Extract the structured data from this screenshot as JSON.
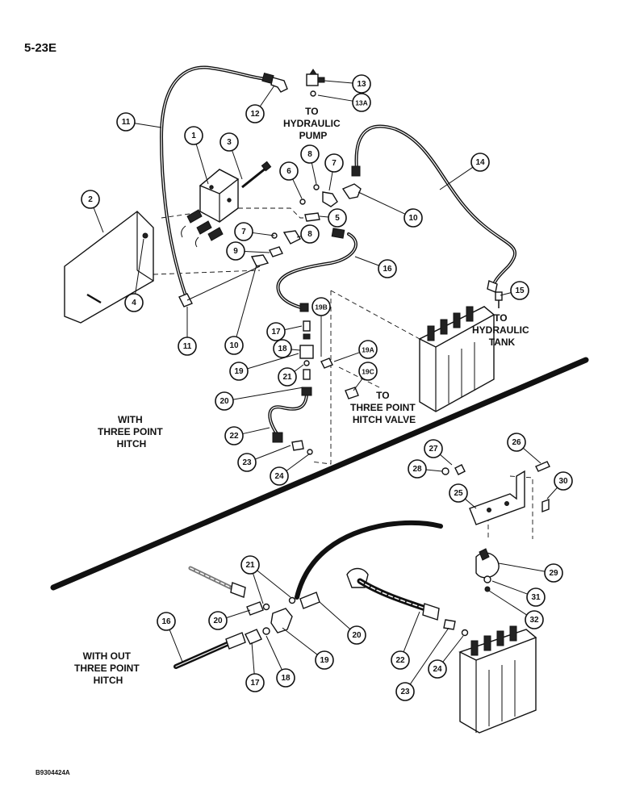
{
  "page_number": "5-23E",
  "drawing_code": "B9304424A",
  "notes": {
    "pump": [
      "TO",
      "HYDRAULIC",
      "PUMP"
    ],
    "tank": [
      "TO",
      "HYDRAULIC",
      "TANK"
    ],
    "hitch_valve": [
      "TO",
      "THREE POINT",
      "HITCH VALVE"
    ],
    "with_hitch": [
      "WITH",
      "THREE POINT",
      "HITCH"
    ],
    "without_hitch": [
      "WITH OUT",
      "THREE POINT",
      "HITCH"
    ]
  },
  "callouts": [
    {
      "id": "c1",
      "label": "1"
    },
    {
      "id": "c2",
      "label": "2"
    },
    {
      "id": "c3",
      "label": "3"
    },
    {
      "id": "c4",
      "label": "4"
    },
    {
      "id": "c5",
      "label": "5"
    },
    {
      "id": "c6",
      "label": "6"
    },
    {
      "id": "c7a",
      "label": "7"
    },
    {
      "id": "c7b",
      "label": "7"
    },
    {
      "id": "c8a",
      "label": "8"
    },
    {
      "id": "c8b",
      "label": "8"
    },
    {
      "id": "c9",
      "label": "9"
    },
    {
      "id": "c10a",
      "label": "10"
    },
    {
      "id": "c10b",
      "label": "10"
    },
    {
      "id": "c11a",
      "label": "11"
    },
    {
      "id": "c11b",
      "label": "11"
    },
    {
      "id": "c12",
      "label": "12"
    },
    {
      "id": "c13",
      "label": "13"
    },
    {
      "id": "c13a",
      "label": "13A"
    },
    {
      "id": "c14",
      "label": "14"
    },
    {
      "id": "c15",
      "label": "15"
    },
    {
      "id": "c16a",
      "label": "16"
    },
    {
      "id": "c17a",
      "label": "17"
    },
    {
      "id": "c18a",
      "label": "18"
    },
    {
      "id": "c19a",
      "label": "19"
    },
    {
      "id": "c19A",
      "label": "19A"
    },
    {
      "id": "c19B",
      "label": "19B"
    },
    {
      "id": "c19C",
      "label": "19C"
    },
    {
      "id": "c20a",
      "label": "20"
    },
    {
      "id": "c21a",
      "label": "21"
    },
    {
      "id": "c22a",
      "label": "22"
    },
    {
      "id": "c23a",
      "label": "23"
    },
    {
      "id": "c24a",
      "label": "24"
    },
    {
      "id": "c25",
      "label": "25"
    },
    {
      "id": "c26",
      "label": "26"
    },
    {
      "id": "c27",
      "label": "27"
    },
    {
      "id": "c28",
      "label": "28"
    },
    {
      "id": "c29",
      "label": "29"
    },
    {
      "id": "c30",
      "label": "30"
    },
    {
      "id": "c31",
      "label": "31"
    },
    {
      "id": "c32",
      "label": "32"
    },
    {
      "id": "c16b",
      "label": "16"
    },
    {
      "id": "c17b",
      "label": "17"
    },
    {
      "id": "c18b",
      "label": "18"
    },
    {
      "id": "c19b",
      "label": "19"
    },
    {
      "id": "c20b",
      "label": "20"
    },
    {
      "id": "c20c",
      "label": "20"
    },
    {
      "id": "c21b",
      "label": "21"
    },
    {
      "id": "c22b",
      "label": "22"
    },
    {
      "id": "c23b",
      "label": "23"
    },
    {
      "id": "c24b",
      "label": "24"
    }
  ]
}
